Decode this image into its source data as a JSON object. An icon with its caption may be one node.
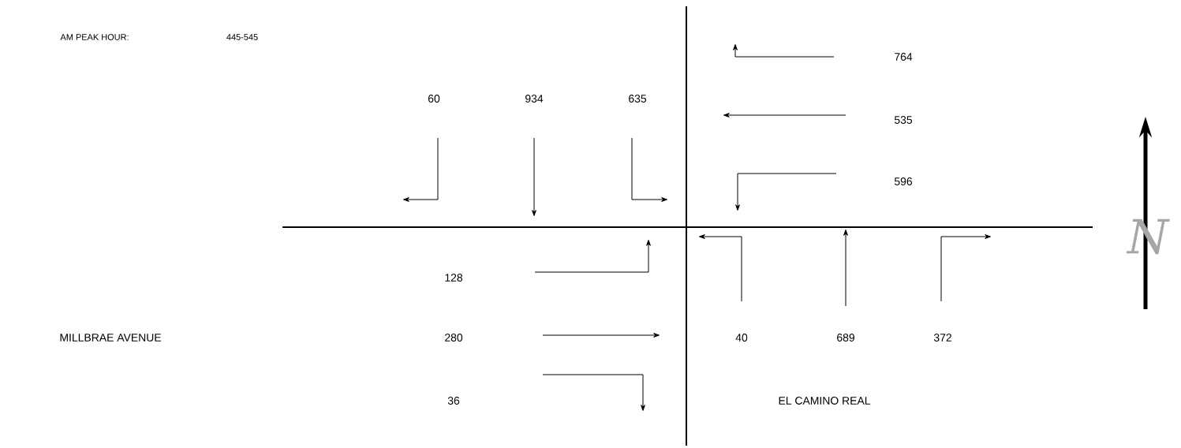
{
  "diagram": {
    "labels": [
      "AM PEAK HOUR:",
      "445-545",
      "764",
      "60",
      "934",
      "635",
      "535",
      "596",
      "128",
      "MILLBRAE AVENUE",
      "280",
      "40",
      "689",
      "372",
      "36",
      "EL CAMINO REAL",
      "N"
    ]
  }
}
